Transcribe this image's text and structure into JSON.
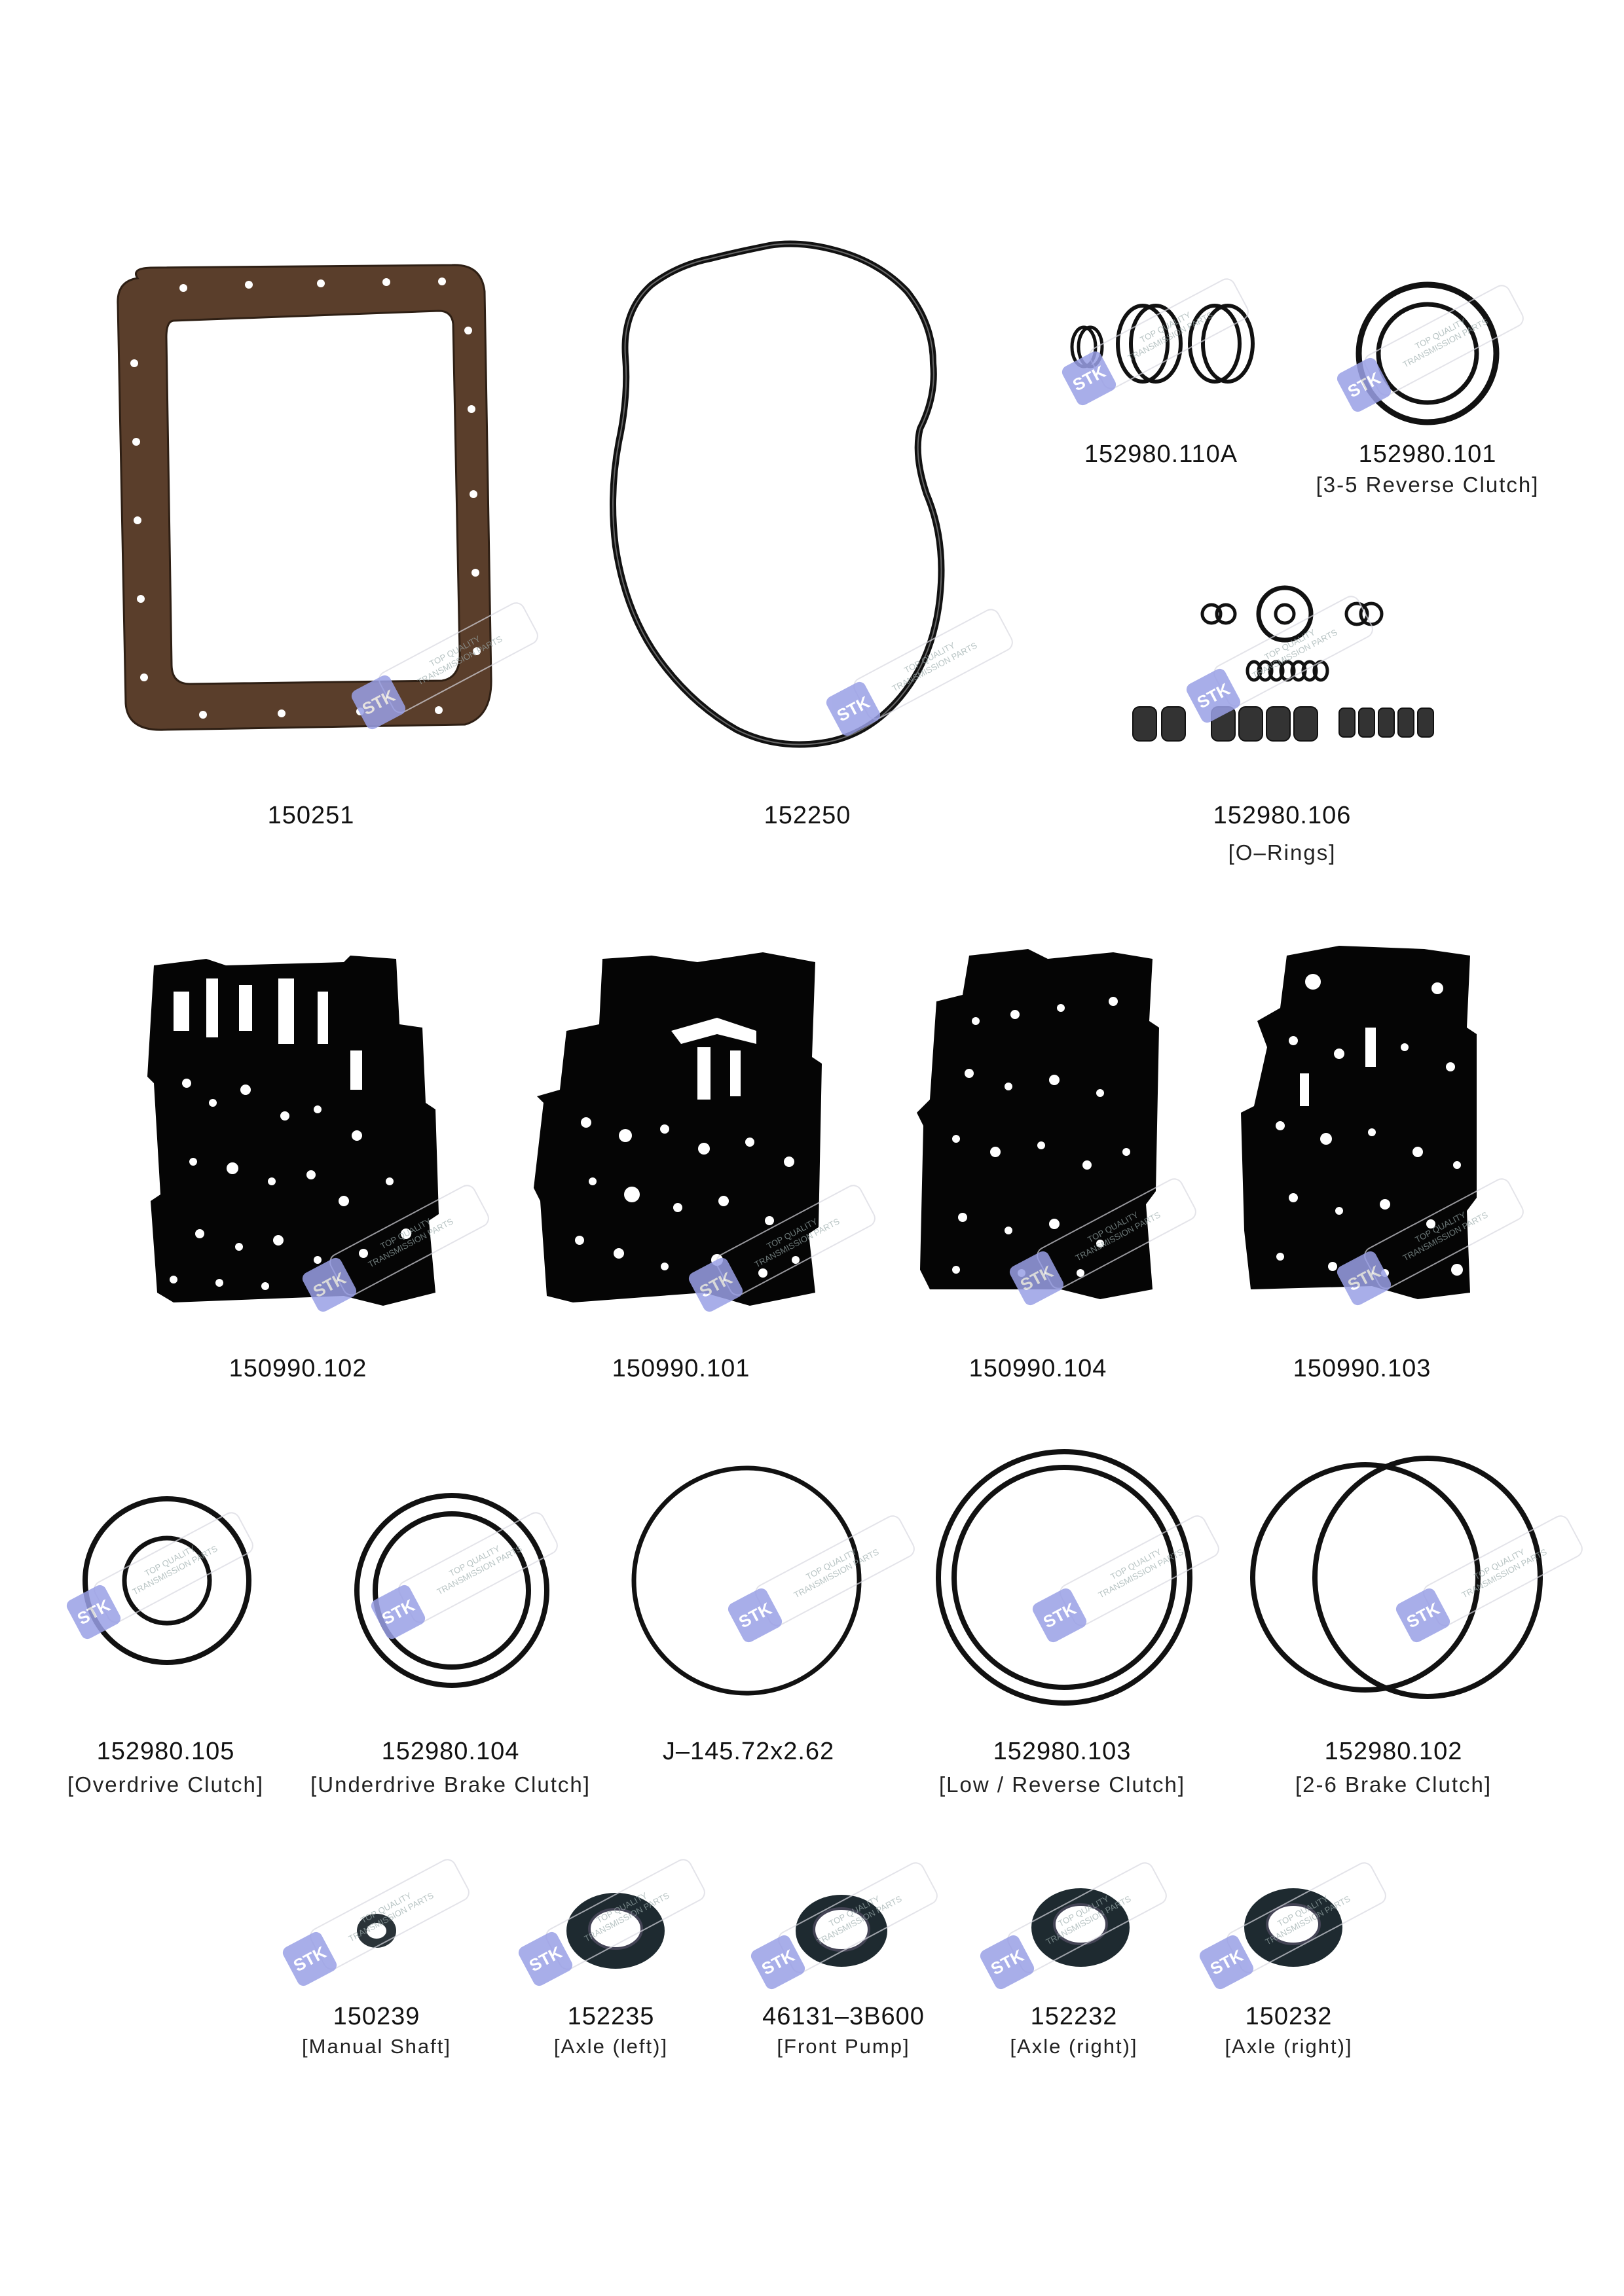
{
  "brand": {
    "badge": "STK",
    "watermark_line1": "TOP QUALITY",
    "watermark_line2": "TRANSMISSION PARTS",
    "badge_color": "#9aa0e6"
  },
  "colors": {
    "cork": "#5a3e2b",
    "rubber": "#111111",
    "seal": "#1e2a30"
  },
  "rows": {
    "row1": [
      {
        "part_no": "150251",
        "desc": ""
      },
      {
        "part_no": "152250",
        "desc": ""
      },
      {
        "part_no": "152980.110A",
        "desc": ""
      },
      {
        "part_no": "152980.101",
        "desc": "[3-5 Reverse Clutch]"
      },
      {
        "part_no": "152980.106",
        "desc": "[O–Rings]"
      }
    ],
    "row2": [
      {
        "part_no": "150990.102",
        "desc": ""
      },
      {
        "part_no": "150990.101",
        "desc": ""
      },
      {
        "part_no": "150990.104",
        "desc": ""
      },
      {
        "part_no": "150990.103",
        "desc": ""
      }
    ],
    "row3": [
      {
        "part_no": "152980.105",
        "desc": "[Overdrive Clutch]"
      },
      {
        "part_no": "152980.104",
        "desc": "[Underdrive Brake Clutch]"
      },
      {
        "part_no": "J–145.72x2.62",
        "desc": ""
      },
      {
        "part_no": "152980.103",
        "desc": "[Low / Reverse Clutch]"
      },
      {
        "part_no": "152980.102",
        "desc": "[2-6 Brake Clutch]"
      }
    ],
    "row4": [
      {
        "part_no": "150239",
        "desc": "[Manual Shaft]"
      },
      {
        "part_no": "152235",
        "desc": "[Axle (left)]"
      },
      {
        "part_no": "46131–3B600",
        "desc": "[Front Pump]"
      },
      {
        "part_no": "152232",
        "desc": "[Axle (right)]"
      },
      {
        "part_no": "150232",
        "desc": "[Axle (right)]"
      }
    ]
  }
}
